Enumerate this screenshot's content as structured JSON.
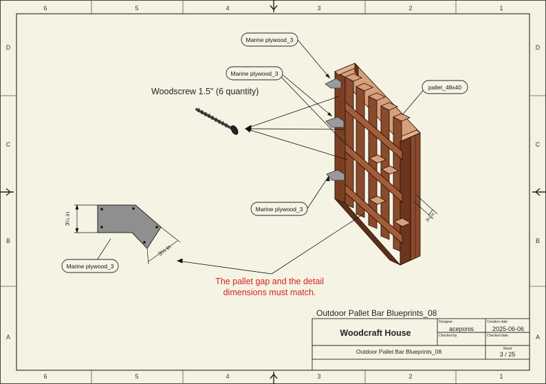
{
  "border": {
    "top_numbers": [
      "6",
      "5",
      "4",
      "3",
      "2",
      "1"
    ],
    "bottom_numbers": [
      "6",
      "5",
      "4",
      "3",
      "2",
      "1"
    ],
    "left_letters": [
      "D",
      "C",
      "B",
      "A"
    ],
    "right_letters": [
      "D",
      "C",
      "B",
      "A"
    ]
  },
  "drawing": {
    "screw_label": "Woodscrew 1.5\" (6 quantity)",
    "callouts": {
      "plywood_top": "Marine plywood_3",
      "plywood_mid": "Marine plywood_3",
      "plywood_low": "Marine plywood_3",
      "plywood_detail": "Marine plywood_3",
      "pallet": "pallet_48x40"
    },
    "dims": {
      "detail_height": "3¼ in",
      "detail_diag": "3¼ in",
      "pallet_gap": "3¼ in"
    },
    "note_line1": "The pallet gap and the detail",
    "note_line2": "dimensions must match.",
    "colors": {
      "wood_face": "#8a4a2c",
      "wood_top": "#d7a07a",
      "wood_dark": "#5d2f1b",
      "plate": "#8f8f8f",
      "note": "#d61f1f"
    }
  },
  "title_block": {
    "project_title": "Outdoor Pallet Bar Blueprints_08",
    "company": "Woodcraft House",
    "designer_label": "Designer",
    "designer": "aceponis",
    "creation_label": "Creation date",
    "creation_date": "2025-06-06",
    "checked_by_label": "Checked by",
    "checked_date_label": "Checked date",
    "file_name": "Outdoor Pallet Bar Blueprints_08",
    "sheet_label": "Sheet",
    "sheet": "3 / 25"
  }
}
